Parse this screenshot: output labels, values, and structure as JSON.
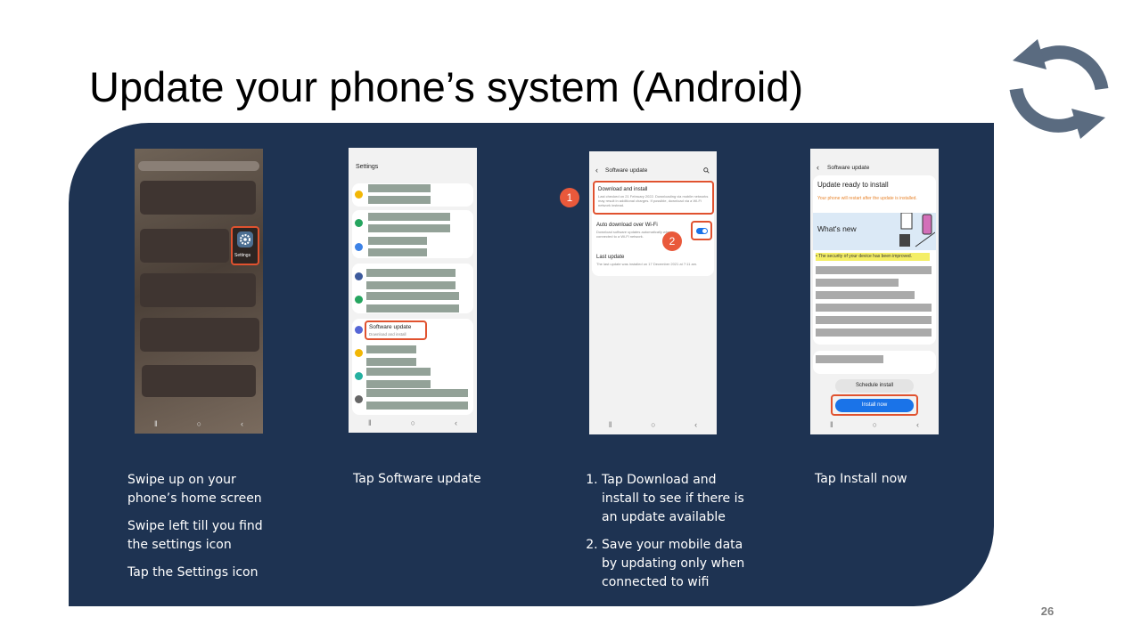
{
  "slide": {
    "title": "Update your phone’s system (Android)",
    "page_number": "26"
  },
  "phone1": {
    "settings_label": "Settings"
  },
  "phone2": {
    "header": "Settings",
    "software_update_title": "Software update",
    "software_update_sub": "Download and install"
  },
  "phone3": {
    "header": "Software update",
    "download_title": "Download and install",
    "download_desc": "Last checked on 21 February 2022. Downloading via mobile networks may result in additional charges. If possible, download via a Wi-Fi network instead.",
    "auto_title": "Auto download over Wi-Fi",
    "auto_desc": "Download software updates automatically when connected to a Wi-Fi network.",
    "last_title": "Last update",
    "last_desc": "The last update was installed on 17 December 2021 at 7:11 am.",
    "badge1": "1",
    "badge2": "2"
  },
  "phone4": {
    "header": "Software update",
    "ready_title": "Update ready to install",
    "restart_note": "Your phone will restart after the update is installed.",
    "whats_new": "What's new",
    "security_note": "• The security of your device has been improved.",
    "schedule_button": "Schedule install",
    "install_button": "Install now"
  },
  "captions": {
    "step1": [
      "Swipe up on your phone’s home screen",
      "Swipe left till you find the settings icon",
      "Tap the Settings icon"
    ],
    "step2": "Tap Software update",
    "step3": [
      "Tap Download and install to see if there is an update available",
      "Save your mobile data by updating only when connected to wifi"
    ],
    "step4": "Tap Install now"
  },
  "colors": {
    "panel": "#1e3352",
    "highlight": "#e0522f",
    "badge": "#e9593b",
    "refresh_icon": "#5a6b80",
    "install_button": "#1a73e8"
  },
  "icons": {
    "slide_icon": "refresh-icon",
    "settings_app": "gear-icon"
  }
}
